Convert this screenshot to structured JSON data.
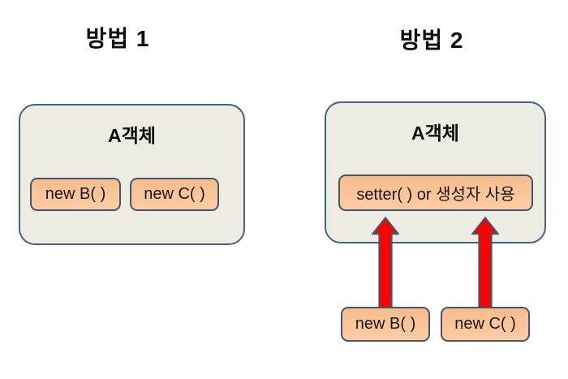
{
  "diagram": {
    "method1": {
      "title": "방법 1",
      "container_label": "A객체",
      "boxes": [
        {
          "label": "new B( )"
        },
        {
          "label": "new C( )"
        }
      ]
    },
    "method2": {
      "title": "방법 2",
      "container_label": "A객체",
      "inner_box_label": "setter( ) or 생성자 사용",
      "bottom_boxes": [
        {
          "label": "new B( )"
        },
        {
          "label": "new C( )"
        }
      ],
      "arrows": [
        {
          "icon": "up-arrow-icon",
          "direction": "up"
        },
        {
          "icon": "up-arrow-icon",
          "direction": "up"
        }
      ]
    },
    "colors": {
      "background": "#ffffff",
      "container_fill": "#edece2",
      "container_border": "#41628c",
      "box_fill": "#fbc496",
      "box_border": "#46556c",
      "arrow_fill": "#fe0000",
      "arrow_border": "#44546a",
      "text": "#0d0d0d"
    }
  }
}
